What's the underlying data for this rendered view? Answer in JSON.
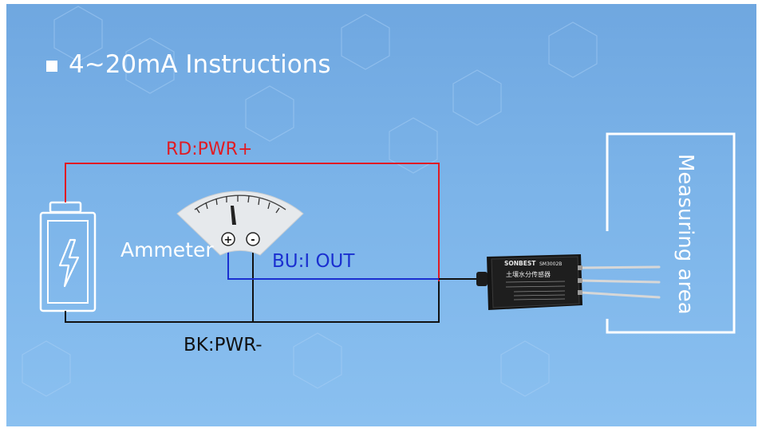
{
  "title": "4~20mA Instructions",
  "labels": {
    "red_wire": "RD:PWR+",
    "blue_wire": "BU:I OUT",
    "black_wire": "BK:PWR-",
    "ammeter": "Ammeter",
    "measuring_area": "Measuring area"
  },
  "ammeter": {
    "plus": "+",
    "minus": "-"
  },
  "sensor": {
    "brand": "SONBEST",
    "model": "SM3002B",
    "name": "土壤水分传感器"
  },
  "colors": {
    "red_wire": "#e01b23",
    "blue_wire": "#1a2fd0",
    "black_wire": "#111111",
    "background": "#7cb4e9"
  },
  "icons": [
    "battery-icon",
    "lightning-icon",
    "ammeter-gauge-icon"
  ]
}
